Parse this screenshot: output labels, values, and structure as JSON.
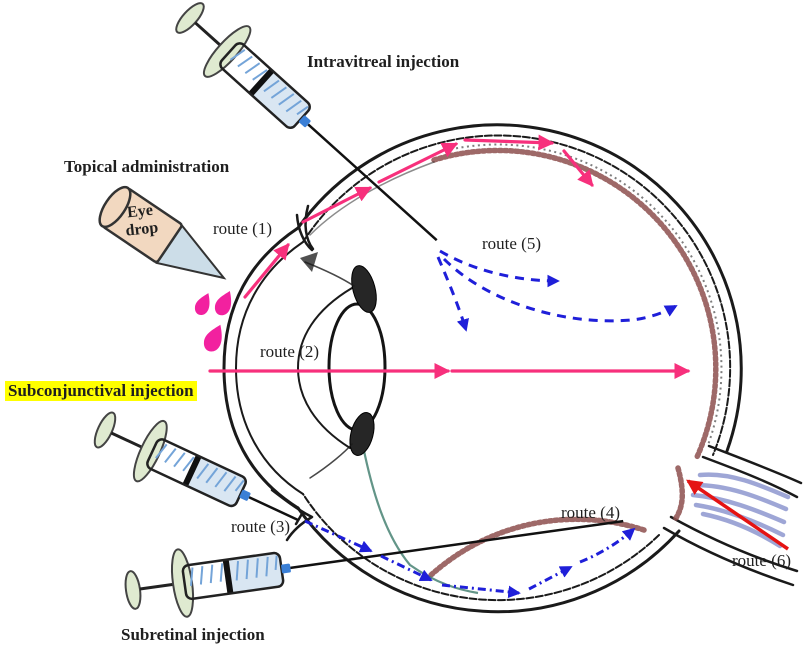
{
  "figure": {
    "labels": {
      "intravitreal_injection": "Intravitreal injection",
      "topical_administration": "Topical administration",
      "subconjunctival_injection": "Subconjunctival injection",
      "subretinal_injection": "Subretinal injection",
      "eye_drop_line1": "Eye",
      "eye_drop_line2": "drop",
      "route_1": "route (1)",
      "route_2": "route (2)",
      "route_3": "route (3)",
      "route_4": "route (4)",
      "route_5": "route (5)",
      "route_6": "route (6)"
    },
    "colors": {
      "pink_arrow": "#f7307c",
      "drop_magenta": "#f2219f",
      "blue_route": "#1f1fd9",
      "red_arrow": "#e51313",
      "highlight": "#ffff00",
      "syringe_barrel": "#d9e6f2",
      "syringe_plunger": "#dfead0",
      "syringe_tick": "#74a4d8",
      "syringe_hub": "#3a7fd6",
      "dropper_body": "#f2d8c0",
      "dropper_tip": "#ccdde8",
      "retina_layer": "#8d4f4e",
      "choroid_teal": "#3c7a6a",
      "optic_nerve_fill": "#4f5cb5",
      "ink": "#1a1a1a",
      "text": "#1f1f1f"
    }
  }
}
